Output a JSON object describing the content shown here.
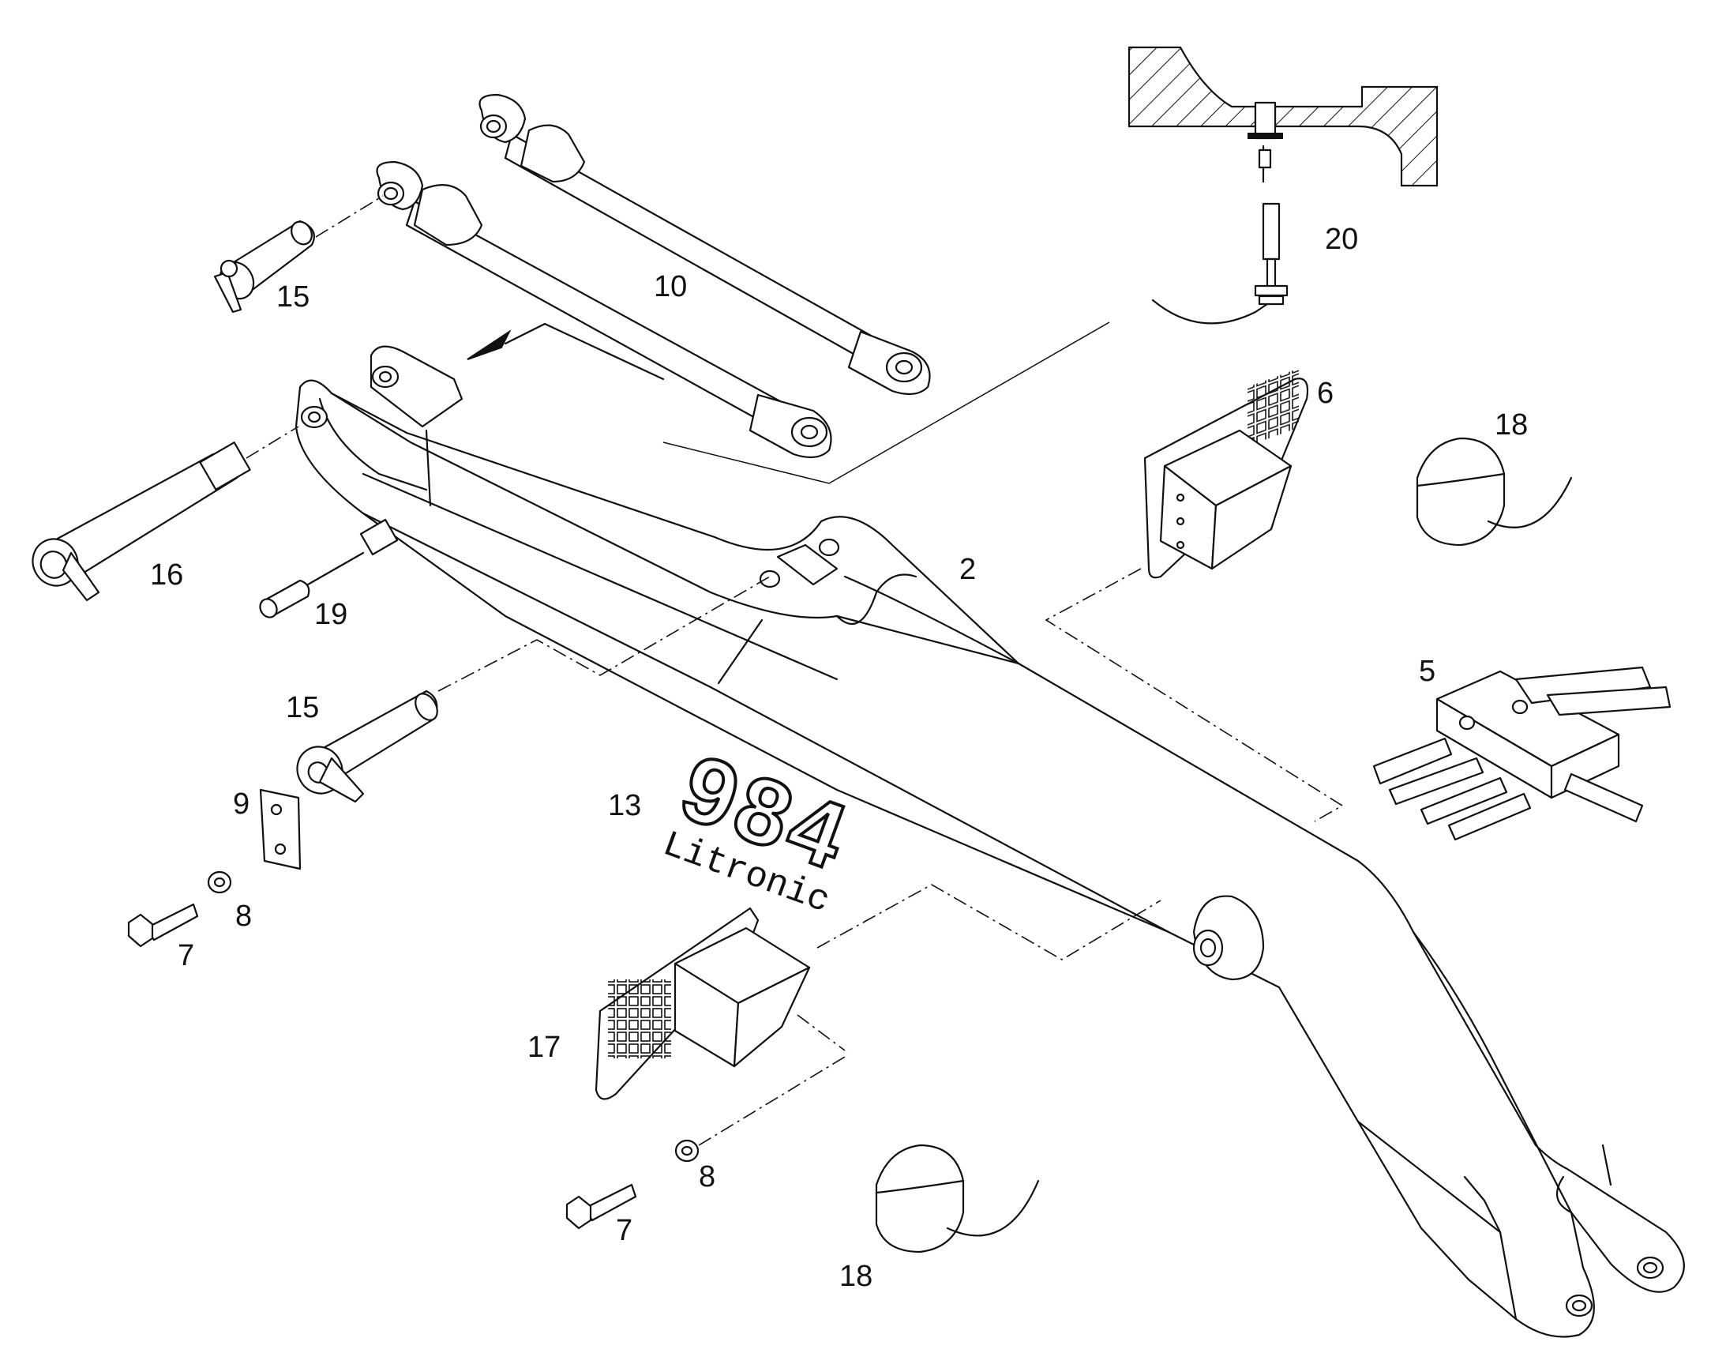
{
  "callouts": {
    "c2": "2",
    "c5": "5",
    "c6": "6",
    "c7a": "7",
    "c7b": "7",
    "c8a": "8",
    "c8b": "8",
    "c9": "9",
    "c10": "10",
    "c13": "13",
    "c15a": "15",
    "c15b": "15",
    "c16": "16",
    "c17": "17",
    "c18a": "18",
    "c18b": "18",
    "c19": "19",
    "c20": "20"
  },
  "decal": {
    "model_number": "984",
    "brand_word": "Litronic"
  }
}
